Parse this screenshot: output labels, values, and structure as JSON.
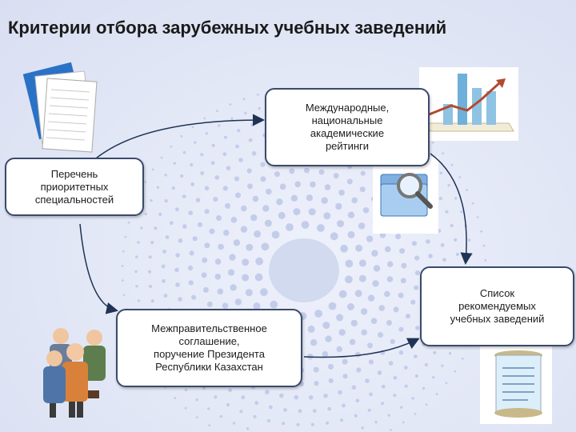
{
  "slide": {
    "title": "Критерии отбора зарубежных учебных заведений"
  },
  "nodes": {
    "ratings": "Международные,\nнациональные\nакадемические\nрейтинги",
    "specialties": "Перечень\nприоритетных\nспециальностей",
    "agreement": "Межправительственное\nсоглашение,\nпоручение Президента\nРеспублики Казахстан",
    "list": "Список\nрекомендуемых\nучебных заведений"
  },
  "colors": {
    "accent": "#2a72c6",
    "arrow": "#1f3354",
    "box_border": "#3a4a6b"
  },
  "icons": [
    "documents-icon",
    "chart-icon",
    "folder-search-icon",
    "business-people-icon",
    "scroll-icon"
  ]
}
